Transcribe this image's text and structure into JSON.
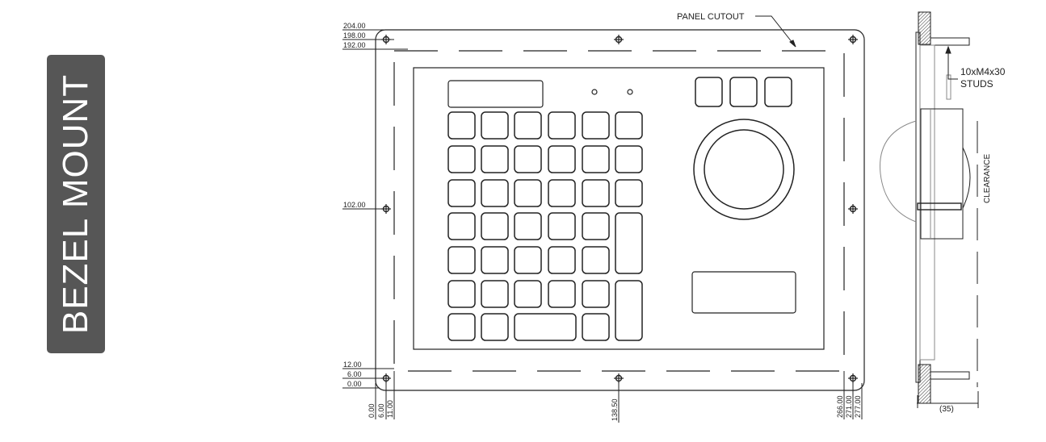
{
  "title": "BEZEL MOUNT",
  "annotations": {
    "panel_cutout": "PANEL CUTOUT",
    "studs_line1": "10xM4x30",
    "studs_line2": "STUDS",
    "clearance": "CLEARANCE",
    "depth": "(35)"
  },
  "dims_vertical": {
    "d204": "204.00",
    "d198": "198.00",
    "d192": "192.00",
    "d102": "102.00",
    "d12": "12.00",
    "d6": "6.00",
    "d0": "0.00"
  },
  "dims_horizontal": {
    "h0": "0.00",
    "h6": "6.00",
    "h11": "11.00",
    "h138": "138.50",
    "h266": "266.00",
    "h271": "271.00",
    "h277": "277.00"
  },
  "colors": {
    "label_bg": "#565656",
    "line": "#222222"
  }
}
